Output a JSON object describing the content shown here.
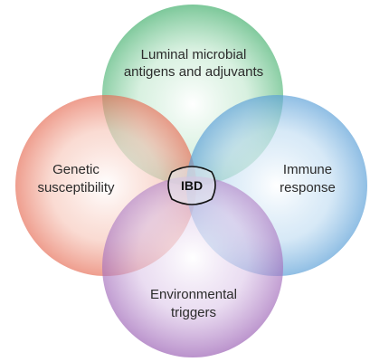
{
  "diagram": {
    "circles": [
      {
        "id": "top",
        "line1": "Luminal microbial",
        "line2": "antigens and adjuvants",
        "color": "#3fae6a",
        "icon": "circle-green"
      },
      {
        "id": "left",
        "line1": "Genetic",
        "line2": "susceptibility",
        "color": "#e2573d",
        "icon": "circle-red"
      },
      {
        "id": "right",
        "line1": "Immune",
        "line2": "response",
        "color": "#3f8fd0",
        "icon": "circle-blue"
      },
      {
        "id": "bottom",
        "line1": "Environmental",
        "line2": "triggers",
        "color": "#9a5fb4",
        "icon": "circle-purple"
      }
    ],
    "center": {
      "label": "IBD"
    }
  }
}
